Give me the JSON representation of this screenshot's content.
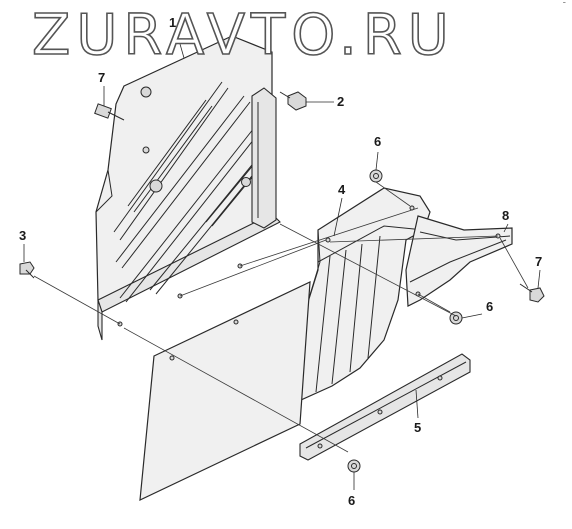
{
  "watermark": "ZURAVTO.RU",
  "corner_mark": "ᐨ",
  "callouts": [
    {
      "id": "1",
      "label": "1"
    },
    {
      "id": "2",
      "label": "2"
    },
    {
      "id": "3",
      "label": "3"
    },
    {
      "id": "4",
      "label": "4"
    },
    {
      "id": "5",
      "label": "5"
    },
    {
      "id": "6a",
      "label": "6"
    },
    {
      "id": "6b",
      "label": "6"
    },
    {
      "id": "6c",
      "label": "6"
    },
    {
      "id": "7a",
      "label": "7"
    },
    {
      "id": "7b",
      "label": "7"
    },
    {
      "id": "8",
      "label": "8"
    }
  ]
}
